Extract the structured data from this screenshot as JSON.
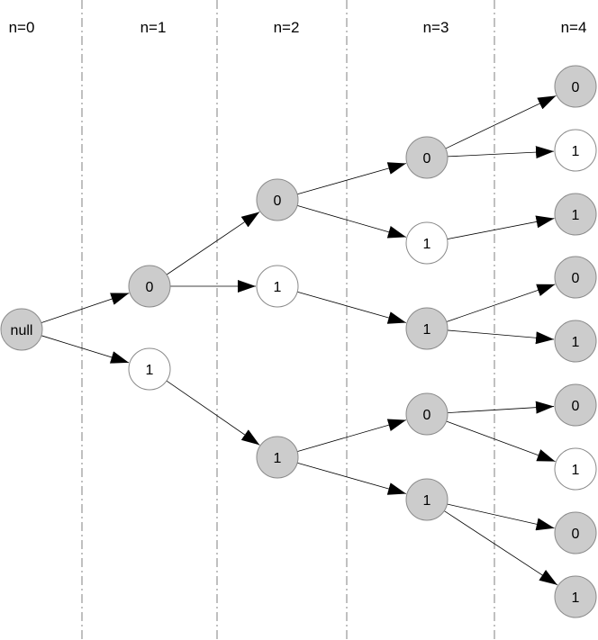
{
  "columns": [
    {
      "label": "n=0"
    },
    {
      "label": "n=1"
    },
    {
      "label": "n=2"
    },
    {
      "label": "n=3"
    },
    {
      "label": "n=4"
    }
  ],
  "colors": {
    "shaded": "#cccccc",
    "plain": "#ffffff",
    "edge": "#000000",
    "divider": "#808080"
  },
  "nodes": [
    {
      "id": "root",
      "label": "null",
      "col": 0,
      "shaded": true
    },
    {
      "id": "a0",
      "label": "0",
      "col": 1,
      "shaded": true
    },
    {
      "id": "a1",
      "label": "1",
      "col": 1,
      "shaded": false
    },
    {
      "id": "b00",
      "label": "0",
      "col": 2,
      "shaded": true
    },
    {
      "id": "b01",
      "label": "1",
      "col": 2,
      "shaded": false
    },
    {
      "id": "b11",
      "label": "1",
      "col": 2,
      "shaded": true
    },
    {
      "id": "c000",
      "label": "0",
      "col": 3,
      "shaded": true
    },
    {
      "id": "c001",
      "label": "1",
      "col": 3,
      "shaded": false
    },
    {
      "id": "c011",
      "label": "1",
      "col": 3,
      "shaded": true
    },
    {
      "id": "c110",
      "label": "0",
      "col": 3,
      "shaded": true
    },
    {
      "id": "c111",
      "label": "1",
      "col": 3,
      "shaded": true
    },
    {
      "id": "d0000",
      "label": "0",
      "col": 4,
      "shaded": true
    },
    {
      "id": "d0001",
      "label": "1",
      "col": 4,
      "shaded": false
    },
    {
      "id": "d0011",
      "label": "1",
      "col": 4,
      "shaded": true
    },
    {
      "id": "d0110",
      "label": "0",
      "col": 4,
      "shaded": true
    },
    {
      "id": "d0111",
      "label": "1",
      "col": 4,
      "shaded": true
    },
    {
      "id": "d1100",
      "label": "0",
      "col": 4,
      "shaded": true
    },
    {
      "id": "d1101",
      "label": "1",
      "col": 4,
      "shaded": false
    },
    {
      "id": "d1110",
      "label": "0",
      "col": 4,
      "shaded": true
    },
    {
      "id": "d1111",
      "label": "1",
      "col": 4,
      "shaded": true
    }
  ],
  "edges": [
    [
      "root",
      "a0"
    ],
    [
      "root",
      "a1"
    ],
    [
      "a0",
      "b00"
    ],
    [
      "a0",
      "b01"
    ],
    [
      "a1",
      "b11"
    ],
    [
      "b00",
      "c000"
    ],
    [
      "b00",
      "c001"
    ],
    [
      "b01",
      "c011"
    ],
    [
      "b11",
      "c110"
    ],
    [
      "b11",
      "c111"
    ],
    [
      "c000",
      "d0000"
    ],
    [
      "c000",
      "d0001"
    ],
    [
      "c001",
      "d0011"
    ],
    [
      "c011",
      "d0110"
    ],
    [
      "c011",
      "d0111"
    ],
    [
      "c110",
      "d1100"
    ],
    [
      "c110",
      "d1101"
    ],
    [
      "c111",
      "d1110"
    ],
    [
      "c111",
      "d1111"
    ]
  ]
}
